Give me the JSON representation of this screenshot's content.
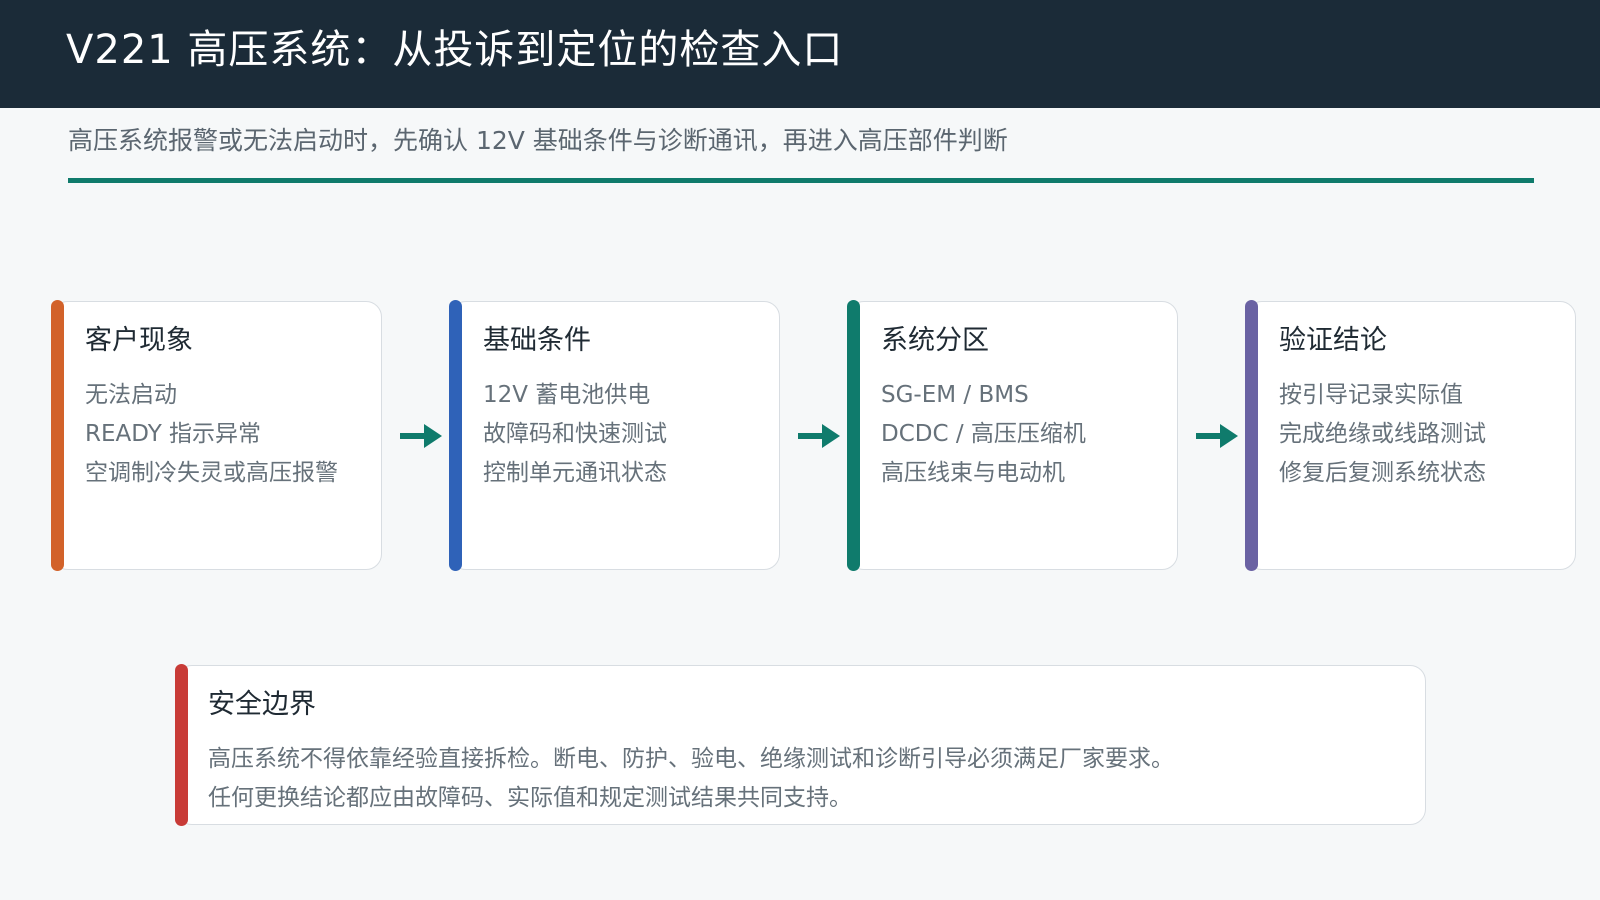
{
  "header": {
    "title": "V221 高压系统：从投诉到定位的检查入口"
  },
  "subtitle": "高压系统报警或无法启动时，先确认 12V 基础条件与诊断通讯，再进入高压部件判断",
  "colors": {
    "header_bg": "#1b2b38",
    "accent": "#0f7b6c",
    "step1": "#d2622a",
    "step2": "#2f62b8",
    "step3": "#0f7b6c",
    "step4": "#6a62a3",
    "safety": "#c83b37"
  },
  "steps": [
    {
      "title": "客户现象",
      "lines": [
        "无法启动",
        "READY 指示异常",
        "空调制冷失灵或高压报警"
      ]
    },
    {
      "title": "基础条件",
      "lines": [
        "12V 蓄电池供电",
        "故障码和快速测试",
        "控制单元通讯状态"
      ]
    },
    {
      "title": "系统分区",
      "lines": [
        "SG-EM / BMS",
        "DCDC / 高压压缩机",
        "高压线束与电动机"
      ]
    },
    {
      "title": "验证结论",
      "lines": [
        "按引导记录实际值",
        "完成绝缘或线路测试",
        "修复后复测系统状态"
      ]
    }
  ],
  "arrows": [
    {
      "icon": "arrow-right-icon"
    },
    {
      "icon": "arrow-right-icon"
    },
    {
      "icon": "arrow-right-icon"
    }
  ],
  "safety": {
    "title": "安全边界",
    "lines": [
      "高压系统不得依靠经验直接拆检。断电、防护、验电、绝缘测试和诊断引导必须满足厂家要求。",
      "任何更换结论都应由故障码、实际值和规定测试结果共同支持。"
    ]
  }
}
